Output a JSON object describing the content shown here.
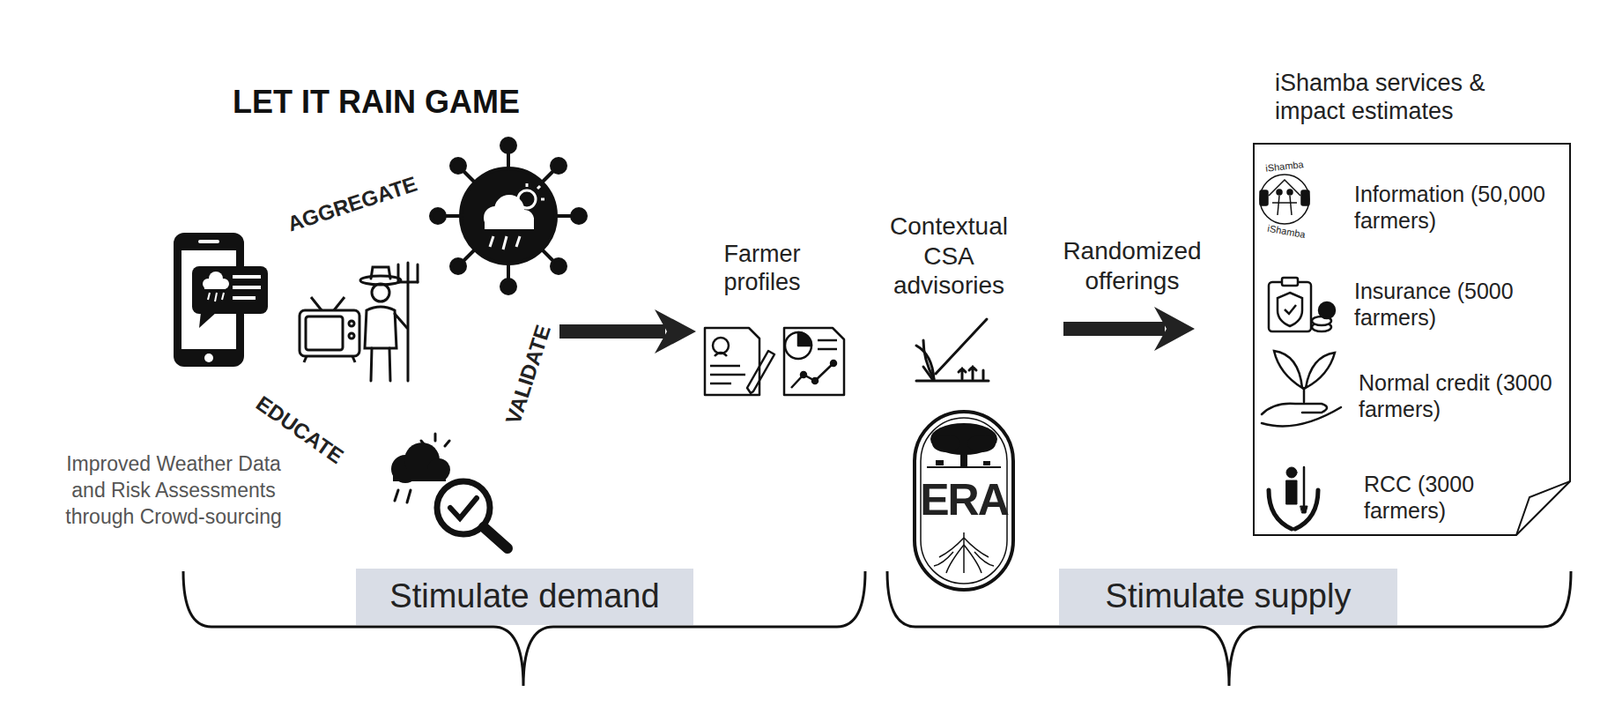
{
  "diagram": {
    "title": "LET IT RAIN GAME",
    "nodes": [
      {
        "text": [
          "Stimulate demand"
        ]
      },
      {
        "text": [
          "iShamba services & impact estimates",
          "Information (50,000 farmers)",
          "Insurance (5000 farmers)",
          "Normal credit (3000 farmers)",
          "RCC (3000 farmers)"
        ]
      },
      {
        "text": [
          "Stimulate supply"
        ]
      }
    ],
    "labels": [
      "AGGREGATE",
      "VALIDATE",
      "EDUCATE",
      "Improved Weather Data and Risk Assessments through Crowd-sourcing",
      "Farmer profiles",
      "Contextual CSA advisories",
      "Randomized offerings",
      "iShamba",
      "iShamba",
      "ERA"
    ]
  }
}
